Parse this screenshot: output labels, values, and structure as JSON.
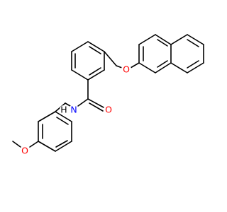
{
  "structure": {
    "atom_labels": {
      "ether_oxygen": "O",
      "amide_nitrogen": "N",
      "amide_hydrogen": "H",
      "carbonyl_oxygen": "O",
      "methoxy_oxygen": "O"
    },
    "colors": {
      "bond": "#000000",
      "oxygen": "#ff0000",
      "nitrogen": "#0000ff",
      "hydrogen": "#000000",
      "background": "#ffffff"
    }
  }
}
